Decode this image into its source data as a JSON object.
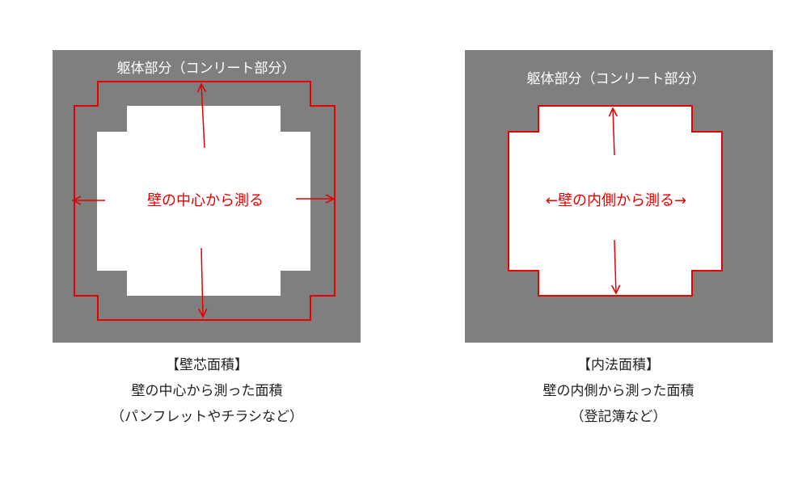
{
  "colors": {
    "concrete": "#7f7f7f",
    "room": "#ffffff",
    "outline": "#e60000"
  },
  "left_panel": {
    "header": "躯体部分（コンリート部分）",
    "center_text": "壁の中心から測る",
    "caption": {
      "title": "【壁芯面積】",
      "line1": "壁の中心から測った面積",
      "line2": "（パンフレットやチラシなど）"
    }
  },
  "right_panel": {
    "header": "躯体部分（コンリート部分）",
    "center_text": "←壁の内側から測る→",
    "caption": {
      "title": "【内法面積】",
      "line1": "壁の内側から測った面積",
      "line2": "（登記簿など）"
    }
  }
}
